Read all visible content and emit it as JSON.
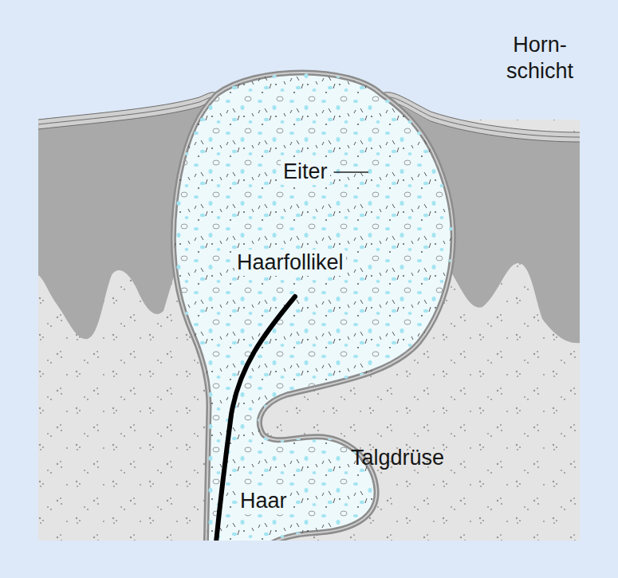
{
  "diagram": {
    "labels": [
      "Horn- schicht",
      "Eiter",
      "Haarfollikel",
      "Talgdrüse",
      "Haar"
    ]
  }
}
